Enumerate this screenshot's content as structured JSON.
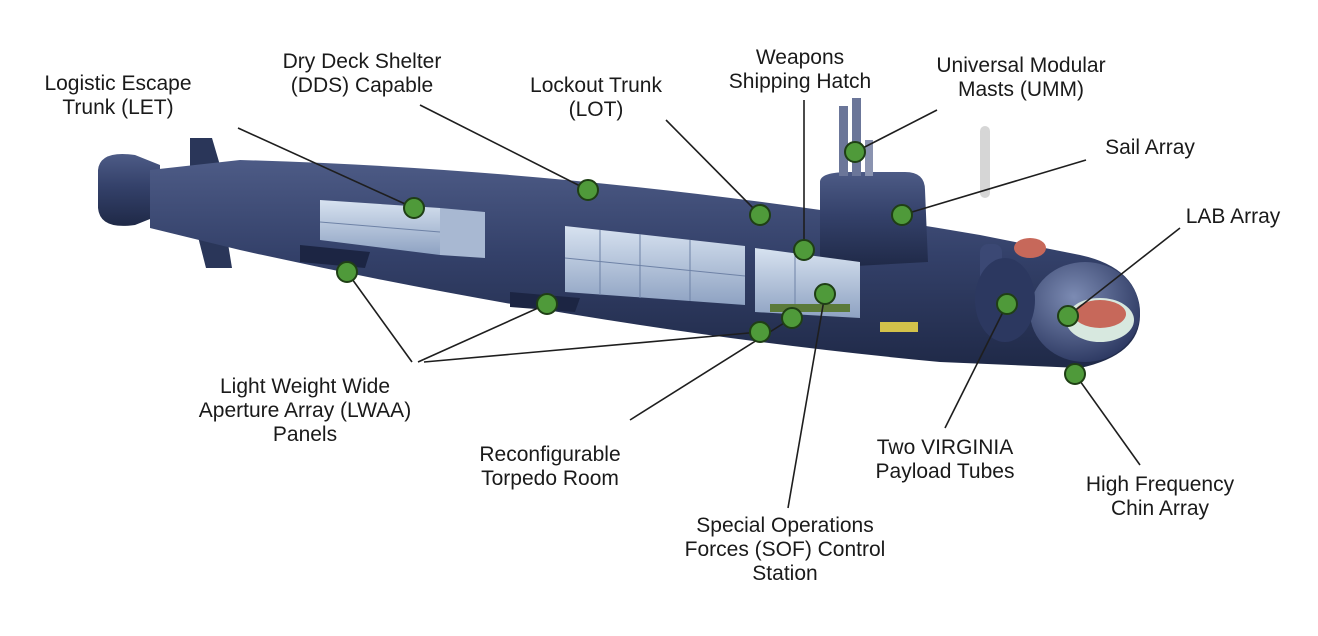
{
  "colors": {
    "hull": "#2f3c63",
    "hull_shadow": "#1e2845",
    "hull_highlight": "#5a6890",
    "interior": "#b9c8de",
    "interior_dark": "#7f93b3",
    "callout": "#4f9a3a",
    "leader": "#1e1e1e"
  },
  "labels": {
    "logistic_escape_trunk": [
      "Logistic Escape",
      "Trunk (LET)"
    ],
    "dry_deck_shelter": [
      "Dry Deck Shelter",
      "(DDS) Capable"
    ],
    "lockout_trunk": [
      "Lockout Trunk",
      "(LOT)"
    ],
    "weapons_shipping_hatch": [
      "Weapons",
      "Shipping Hatch"
    ],
    "universal_modular_masts": [
      "Universal Modular",
      "Masts (UMM)"
    ],
    "sail_array": [
      "Sail Array"
    ],
    "lab_array": [
      "LAB Array"
    ],
    "lwaa_panels": [
      "Light Weight Wide",
      "Aperture Array (LWAA)",
      "Panels"
    ],
    "torpedo_room": [
      "Reconfigurable",
      "Torpedo Room"
    ],
    "sof_control_station": [
      "Special Operations",
      "Forces (SOF) Control",
      "Station"
    ],
    "payload_tubes": [
      "Two VIRGINIA",
      "Payload Tubes"
    ],
    "chin_array": [
      "High Frequency",
      "Chin Array"
    ]
  },
  "icons": {
    "callout_marker": "green-circle",
    "submarine": "submarine-cutaway"
  }
}
